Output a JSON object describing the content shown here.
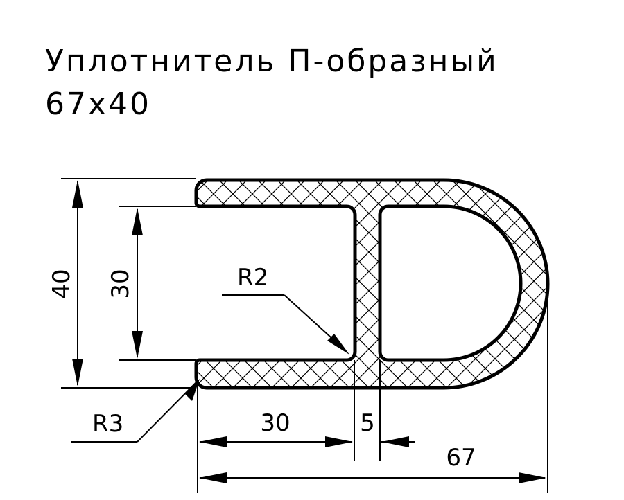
{
  "title": {
    "line1": "Уплотнитель П-образный",
    "line2": "67x40"
  },
  "dimensions": {
    "height_total": "40",
    "height_inner": "30",
    "radius_inner": "R2",
    "radius_outer": "R3",
    "width_slot": "30",
    "wall_thickness": "5",
    "width_total": "67"
  }
}
